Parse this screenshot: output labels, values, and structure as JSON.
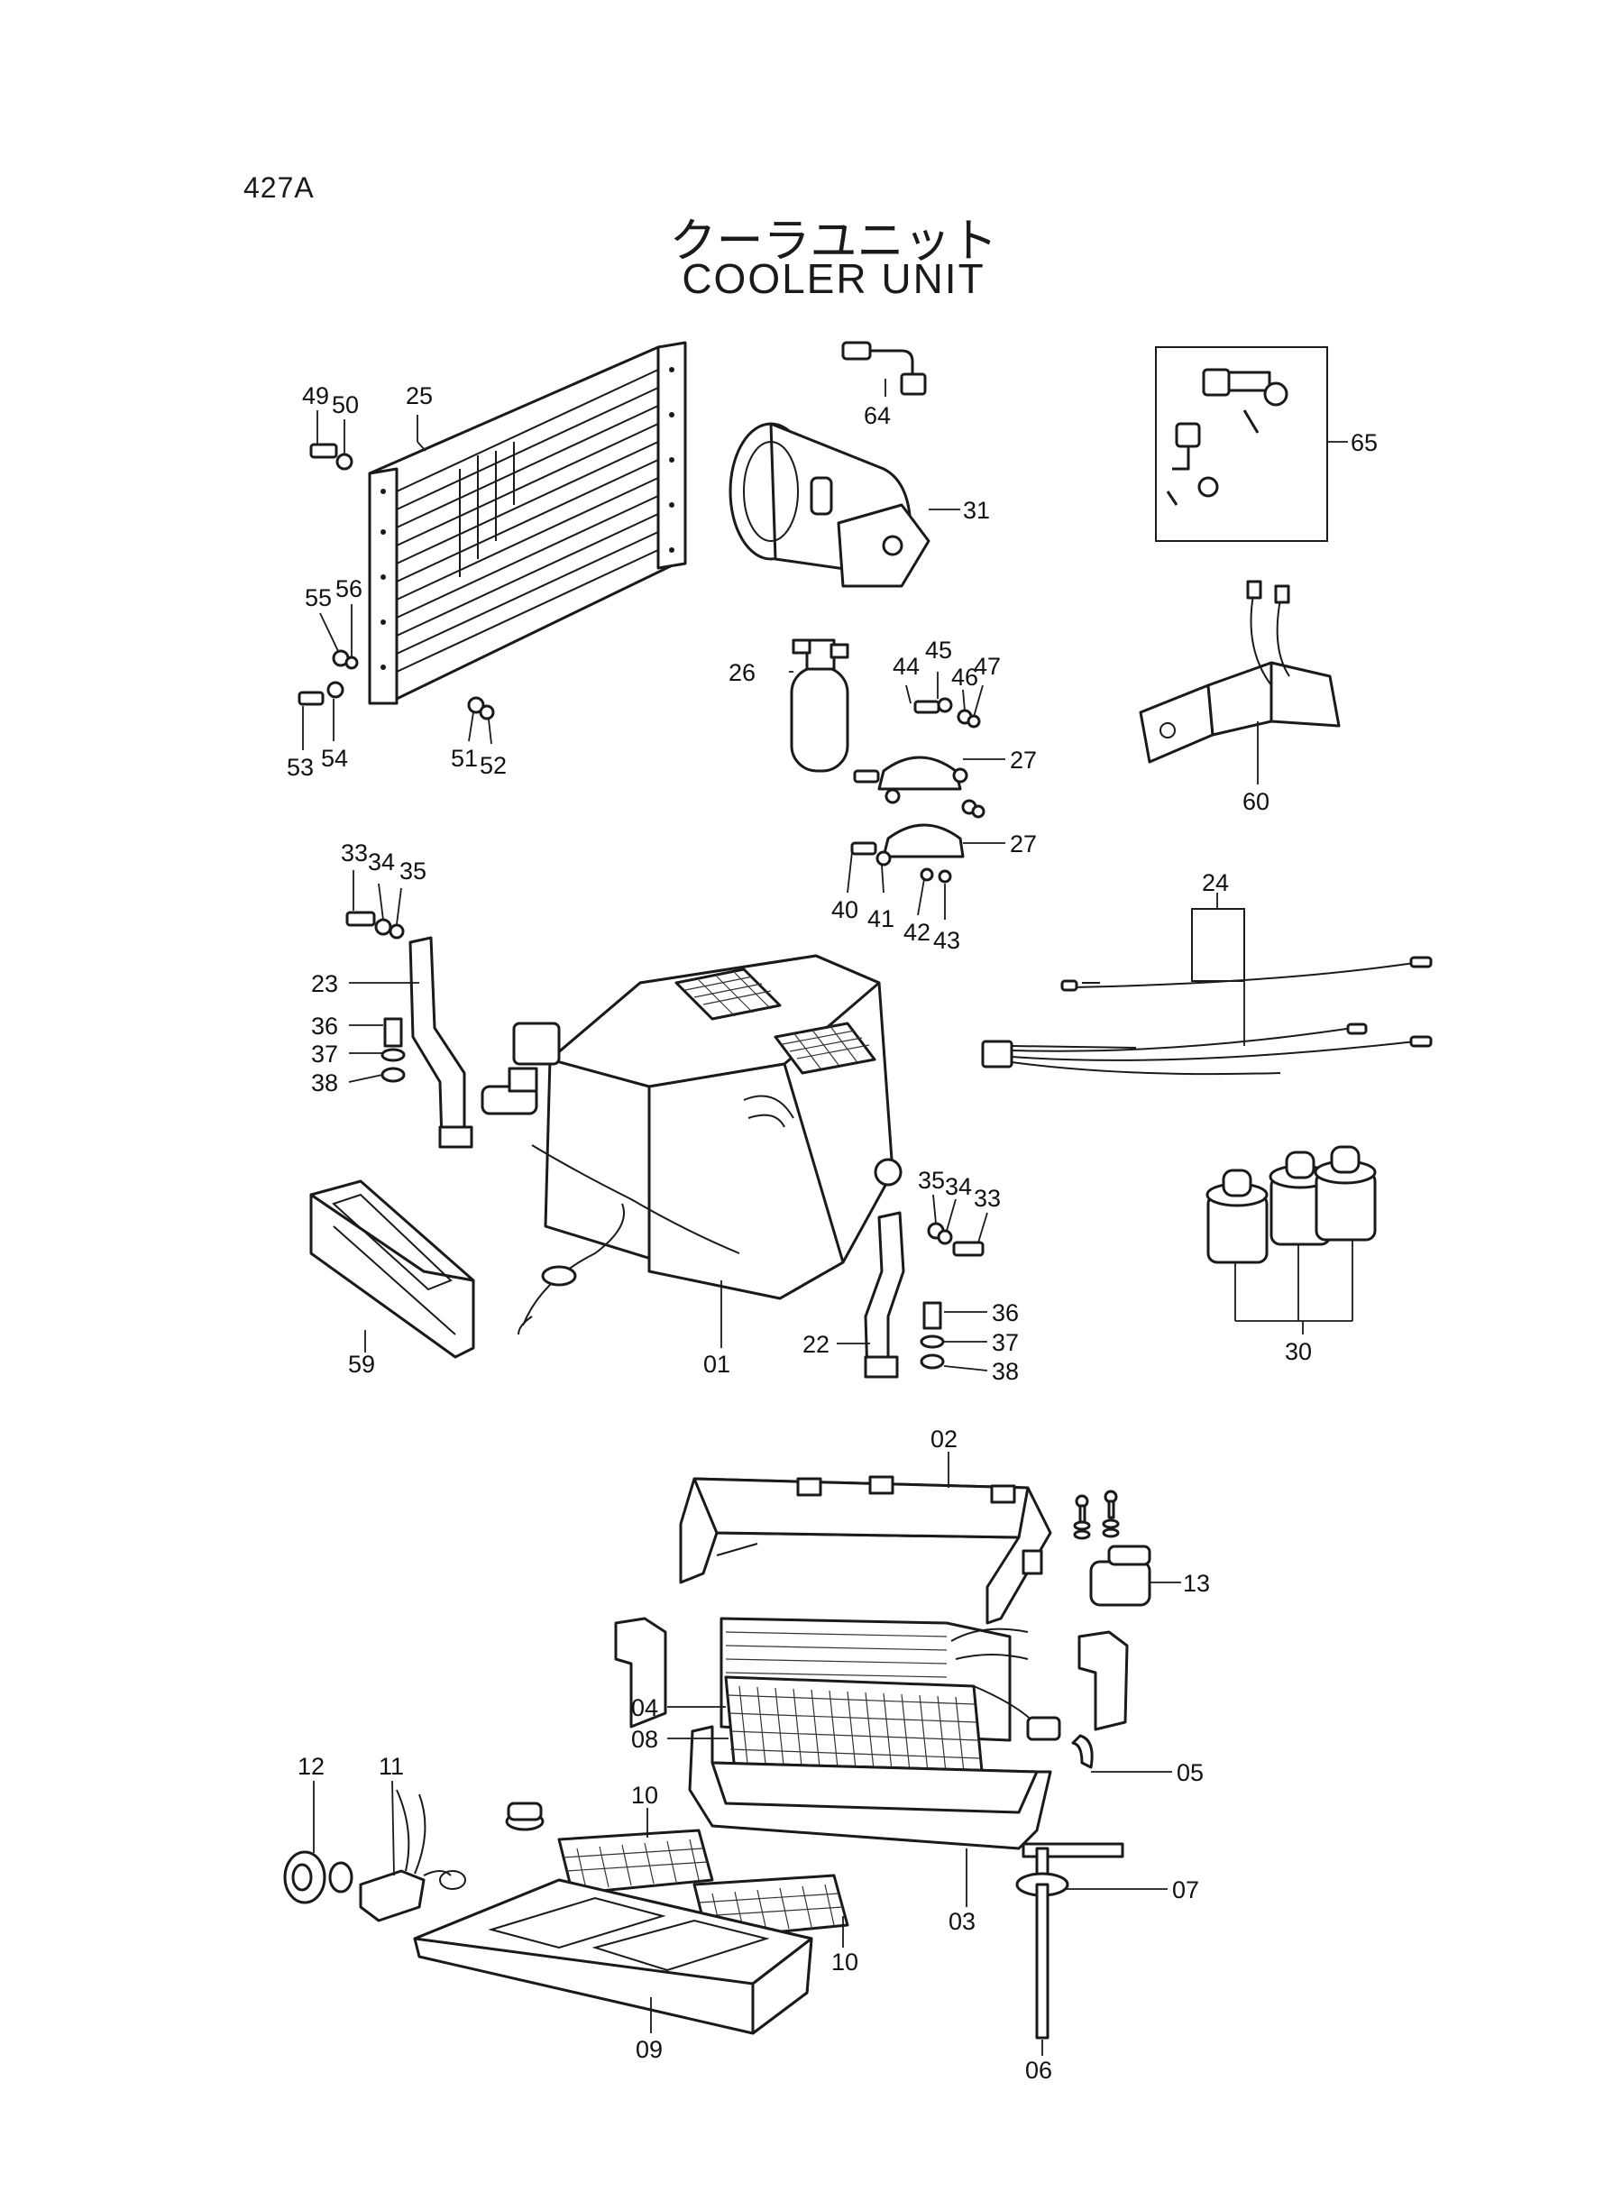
{
  "page_code": "427A",
  "title": {
    "japanese": "クーラユニット",
    "english": "COOLER UNIT"
  },
  "callouts": [
    {
      "id": "c49",
      "label": "49"
    },
    {
      "id": "c50",
      "label": "50"
    },
    {
      "id": "c25",
      "label": "25"
    },
    {
      "id": "c55",
      "label": "55"
    },
    {
      "id": "c56",
      "label": "56"
    },
    {
      "id": "c53",
      "label": "53"
    },
    {
      "id": "c54",
      "label": "54"
    },
    {
      "id": "c51",
      "label": "51"
    },
    {
      "id": "c52",
      "label": "52"
    },
    {
      "id": "c64",
      "label": "64"
    },
    {
      "id": "c31",
      "label": "31"
    },
    {
      "id": "c65",
      "label": "65"
    },
    {
      "id": "c26",
      "label": "26"
    },
    {
      "id": "c44",
      "label": "44"
    },
    {
      "id": "c45",
      "label": "45"
    },
    {
      "id": "c46",
      "label": "46"
    },
    {
      "id": "c47",
      "label": "47"
    },
    {
      "id": "c27a",
      "label": "27"
    },
    {
      "id": "c27b",
      "label": "27"
    },
    {
      "id": "c40",
      "label": "40"
    },
    {
      "id": "c41",
      "label": "41"
    },
    {
      "id": "c42",
      "label": "42"
    },
    {
      "id": "c43",
      "label": "43"
    },
    {
      "id": "c60",
      "label": "60"
    },
    {
      "id": "c24",
      "label": "24"
    },
    {
      "id": "c33a",
      "label": "33"
    },
    {
      "id": "c34a",
      "label": "34"
    },
    {
      "id": "c35a",
      "label": "35"
    },
    {
      "id": "c23",
      "label": "23"
    },
    {
      "id": "c36a",
      "label": "36"
    },
    {
      "id": "c37a",
      "label": "37"
    },
    {
      "id": "c38a",
      "label": "38"
    },
    {
      "id": "c35b",
      "label": "35"
    },
    {
      "id": "c34b",
      "label": "34"
    },
    {
      "id": "c33b",
      "label": "33"
    },
    {
      "id": "c30",
      "label": "30"
    },
    {
      "id": "c36b",
      "label": "36"
    },
    {
      "id": "c37b",
      "label": "37"
    },
    {
      "id": "c38b",
      "label": "38"
    },
    {
      "id": "c22",
      "label": "22"
    },
    {
      "id": "c59",
      "label": "59"
    },
    {
      "id": "c01",
      "label": "01"
    },
    {
      "id": "c02",
      "label": "02"
    },
    {
      "id": "c13",
      "label": "13"
    },
    {
      "id": "c04",
      "label": "04"
    },
    {
      "id": "c08",
      "label": "08"
    },
    {
      "id": "c05",
      "label": "05"
    },
    {
      "id": "c12",
      "label": "12"
    },
    {
      "id": "c11",
      "label": "11"
    },
    {
      "id": "c10a",
      "label": "10"
    },
    {
      "id": "c10b",
      "label": "10"
    },
    {
      "id": "c03",
      "label": "03"
    },
    {
      "id": "c07",
      "label": "07"
    },
    {
      "id": "c09",
      "label": "09"
    },
    {
      "id": "c06",
      "label": "06"
    }
  ]
}
